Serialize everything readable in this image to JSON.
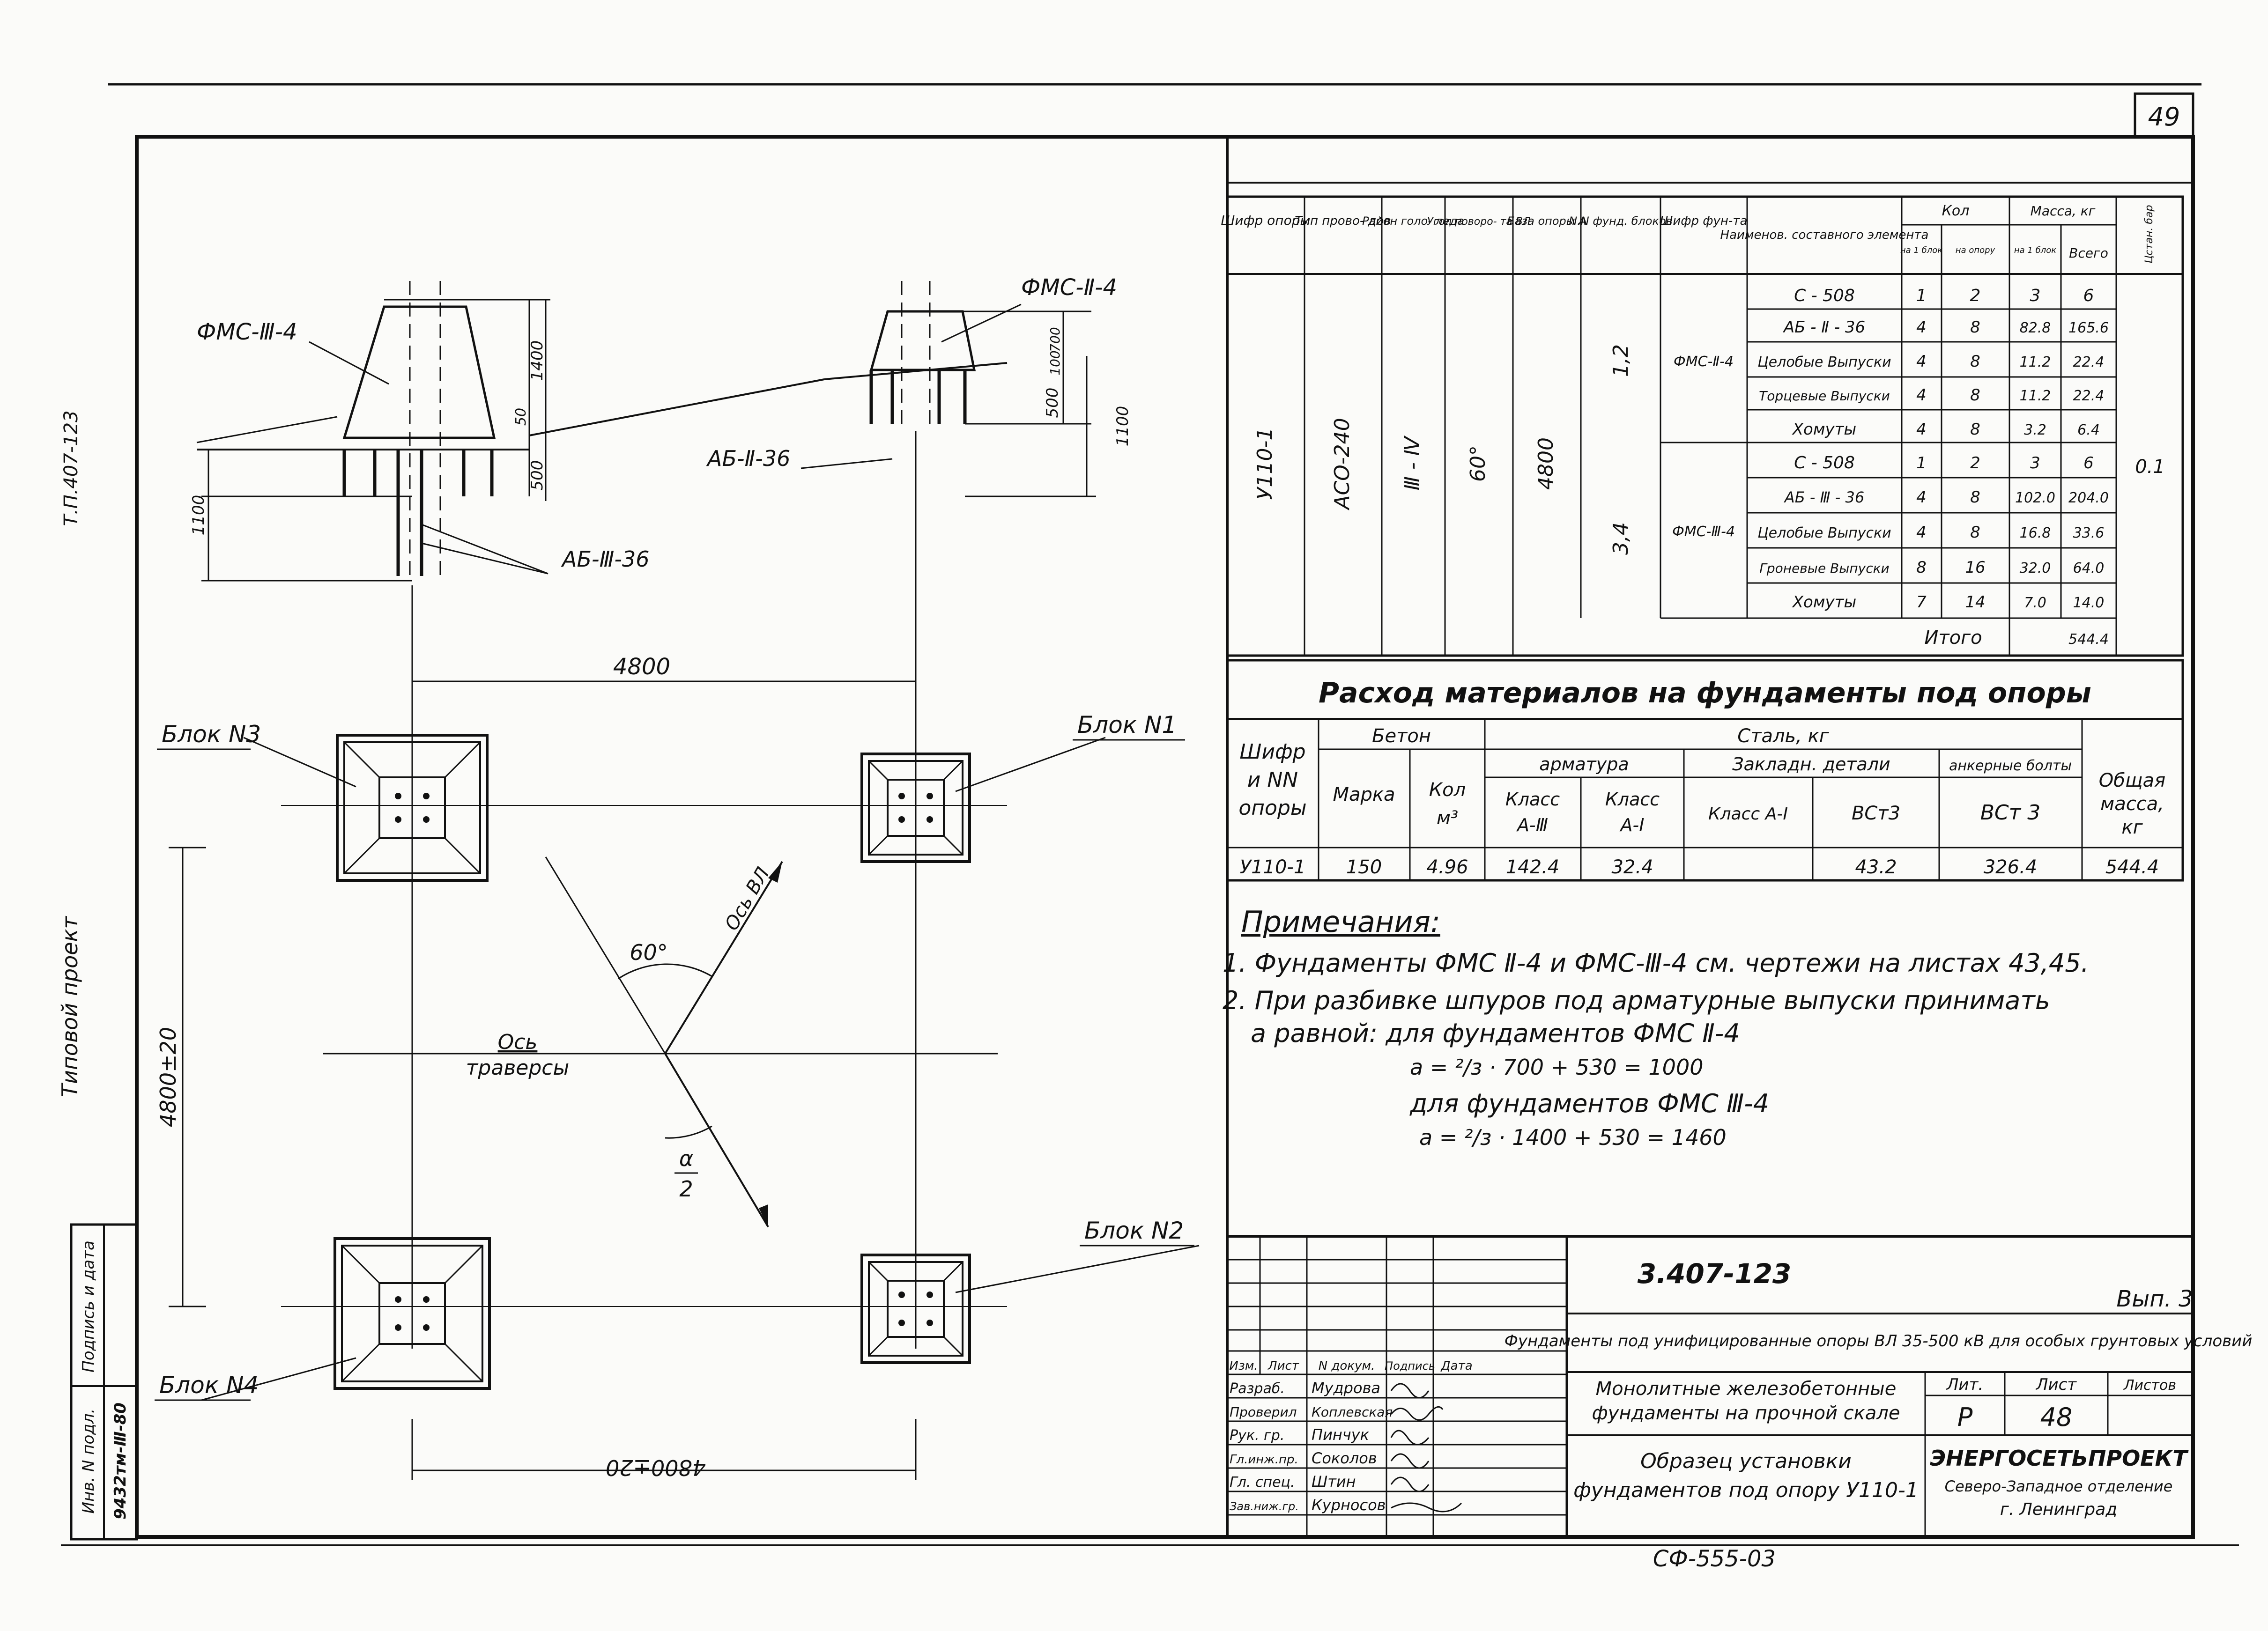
{
  "sheet_number": "49",
  "left_margin_vertical": "Т.П.407-123",
  "left_margin_caption": "Типовой проект",
  "elevation": {
    "left_block": "ФМС-Ⅲ-4",
    "right_block": "ФМС-Ⅱ-4",
    "anchor_label_1": "АБ-Ⅱ-36",
    "anchor_label_2": "АБ-Ⅲ-36",
    "dims": [
      "1400",
      "500",
      "50",
      "1100",
      "700",
      "100",
      "500",
      "1100"
    ]
  },
  "plan": {
    "span_top": "4800",
    "span_side": "4800±20",
    "span_bottom": "4800±20",
    "blocks": [
      "Блок N3",
      "Блок N1",
      "Блок N2",
      "Блок N4"
    ],
    "angle": "60°",
    "axis_vl": "Ось ВЛ",
    "axis_traverse_1": "Ось",
    "axis_traverse_2": "траверсы",
    "half_angle_num": "α",
    "half_angle_den": "2"
  },
  "spec_table": {
    "headers": [
      "Шифр опоры",
      "Тип прово- дов",
      "Район голо- леда",
      "Угол поворо- та ВЛ",
      "База опоры А",
      "N.N фунд. блоков",
      "Шифр фун-та",
      "Наименов. составного элемента",
      "Кол",
      "Масса, кг",
      "Цстан. бар"
    ],
    "sub_headers": [
      "на 1 блок",
      "на опору",
      "на 1 блок",
      "Всего"
    ],
    "support": "У110-1",
    "wire": "АСО-240",
    "ice": "Ⅲ - Ⅳ",
    "angle": "60°",
    "base": "4800",
    "blocks_a": "1,2",
    "blocks_b": "3,4",
    "found_a": "ФМС-Ⅱ-4",
    "found_b": "ФМС-Ⅲ-4",
    "bar": "0.1",
    "rows_a": [
      [
        "С - 508",
        "1",
        "2",
        "3",
        "6"
      ],
      [
        "АБ - Ⅱ - 36",
        "4",
        "8",
        "82.8",
        "165.6"
      ],
      [
        "Целобые Выпуски",
        "4",
        "8",
        "11.2",
        "22.4"
      ],
      [
        "Торцевые Выпуски",
        "4",
        "8",
        "11.2",
        "22.4"
      ],
      [
        "Хомуты",
        "4",
        "8",
        "3.2",
        "6.4"
      ]
    ],
    "rows_b": [
      [
        "С - 508",
        "1",
        "2",
        "3",
        "6"
      ],
      [
        "АБ - Ⅲ - 36",
        "4",
        "8",
        "102.0",
        "204.0"
      ],
      [
        "Целобые Выпуски",
        "4",
        "8",
        "16.8",
        "33.6"
      ],
      [
        "Гроневые Выпуски",
        "8",
        "16",
        "32.0",
        "64.0"
      ],
      [
        "Хомуты",
        "7",
        "14",
        "7.0",
        "14.0"
      ]
    ],
    "total_label": "Итого",
    "total_value": "544.4"
  },
  "material_table": {
    "title": "Расход материалов на фундаменты под опоры",
    "h_code": [
      "Шифр",
      "и NN",
      "опоры"
    ],
    "h_concrete": "Бетон",
    "h_steel": "Сталь, кг",
    "h_grade": "Марка",
    "h_volume": [
      "Кол",
      "м³"
    ],
    "h_rebar": "арматура",
    "h_class3": [
      "Класс",
      "А-Ⅲ"
    ],
    "h_class1": [
      "Класс",
      "А-Ⅰ"
    ],
    "h_embedded": "Закладн. детали",
    "h_embedded_a1": "Класс А-Ⅰ",
    "h_embedded_bst": "ВСт3",
    "h_anchor": "анкерные болты",
    "h_anchor_bst": "ВСт 3",
    "h_total": [
      "Общая",
      "масса,",
      "кг"
    ],
    "row": [
      "У110-1",
      "150",
      "4.96",
      "142.4",
      "32.4",
      "",
      "43.2",
      "326.4",
      "544.4"
    ]
  },
  "notes": {
    "heading": "Примечания:",
    "lines": [
      "1. Фундаменты ФМС Ⅱ-4 и ФМС-Ⅲ-4 см. чертежи на листах 43,45.",
      "2. При разбивке шпуров под арматурные выпуски принимать",
      "а равной: для фундаментов ФМС Ⅱ-4",
      "а = ²/з · 700 + 530 = 1000",
      "для фундаментов ФМС Ⅲ-4",
      "а = ²/з · 1400 + 530 = 1460"
    ]
  },
  "title_block": {
    "code": "3.407-123",
    "issue": "Вып. 3",
    "subject": "Фундаменты под унифицированные опоры ВЛ 35-500 кВ для особых грунтовых условий",
    "col_heads": [
      "Изм.",
      "Лист",
      "N докум.",
      "Подпись",
      "Дата"
    ],
    "staff": [
      [
        "Разраб.",
        "Мудрова"
      ],
      [
        "Проверил",
        "Коплевская"
      ],
      [
        "Рук. гр.",
        "Пинчук"
      ],
      [
        "Гл.инж.пр.",
        "Соколов"
      ],
      [
        "Гл. спец.",
        "Штин"
      ],
      [
        "Зав.ниж.гр.",
        "Курносов"
      ]
    ],
    "name1": "Монолитные железобетонные фундаменты на прочной скале",
    "name2": "Образец установки фундаментов под опору У110-1",
    "lit_label": "Лит.",
    "sheet_label": "Лист",
    "sheets_label": "Листов",
    "lit": "Р",
    "sheet": "48",
    "org1": "ЭНЕРГОСЕТЬПРОЕКТ",
    "org2": "Северо-Западное отделение",
    "org3": "г. Ленинград",
    "bottom_stamp": "СФ-555-03"
  },
  "margin_stamp": {
    "inv_label": "Инв. N подл.",
    "inv_value": "9432тм-Ⅲ-80",
    "sign_label": "Подпись и дата"
  }
}
